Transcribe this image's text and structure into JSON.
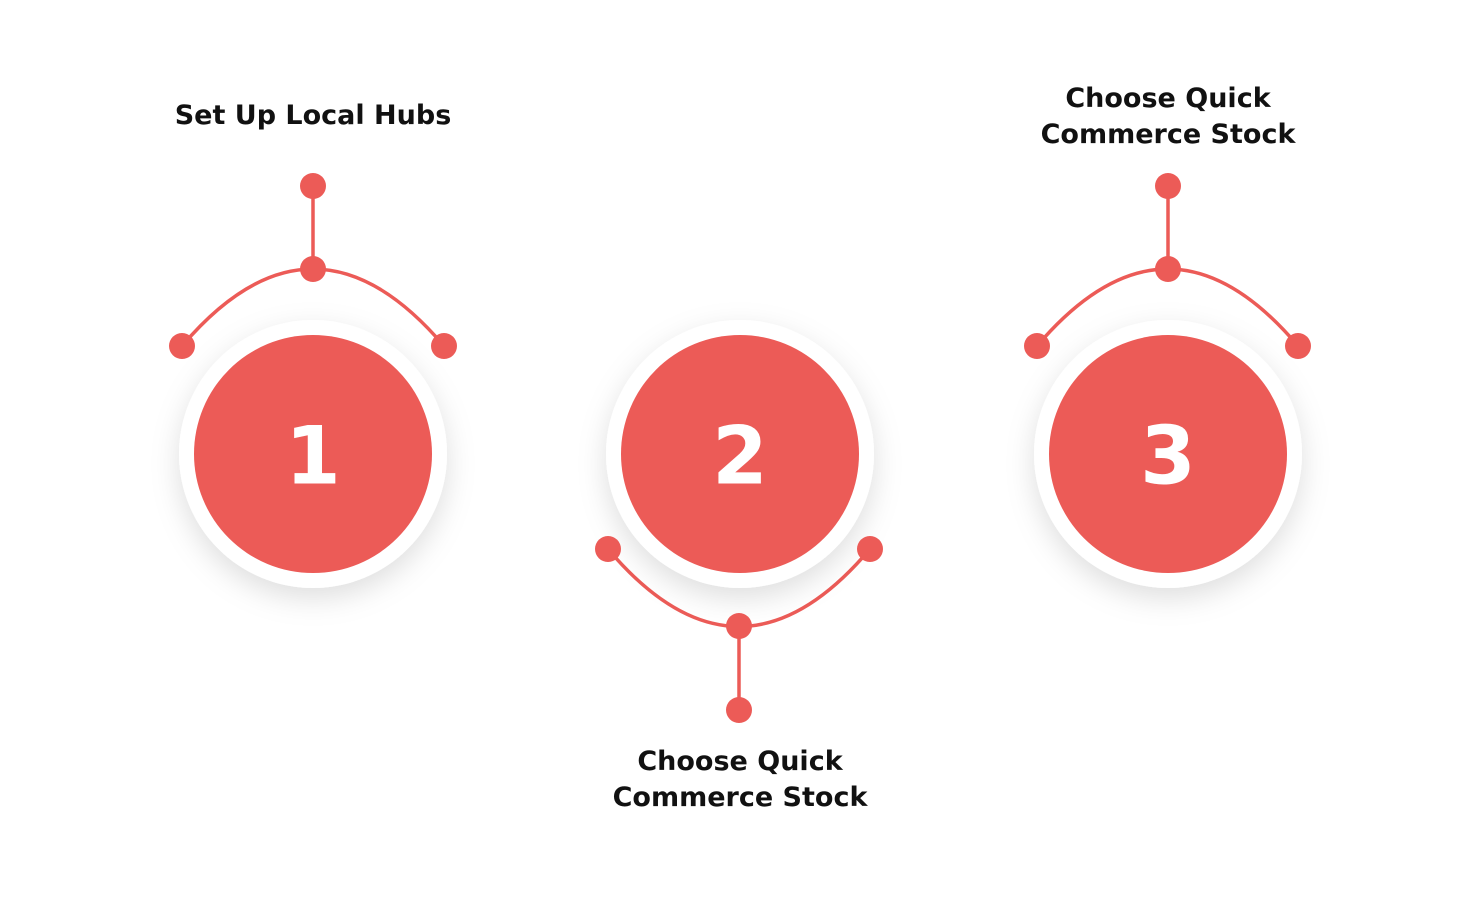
{
  "colors": {
    "accent": "#ec5b57",
    "ring": "#ffffff",
    "text": "#111111",
    "number": "#ffffff"
  },
  "steps": [
    {
      "number": "1",
      "label_lines": [
        "Set Up Local Hubs"
      ]
    },
    {
      "number": "2",
      "label_lines": [
        "Choose Quick",
        "Commerce Stock"
      ]
    },
    {
      "number": "3",
      "label_lines": [
        "Choose Quick",
        "Commerce Stock"
      ]
    }
  ]
}
